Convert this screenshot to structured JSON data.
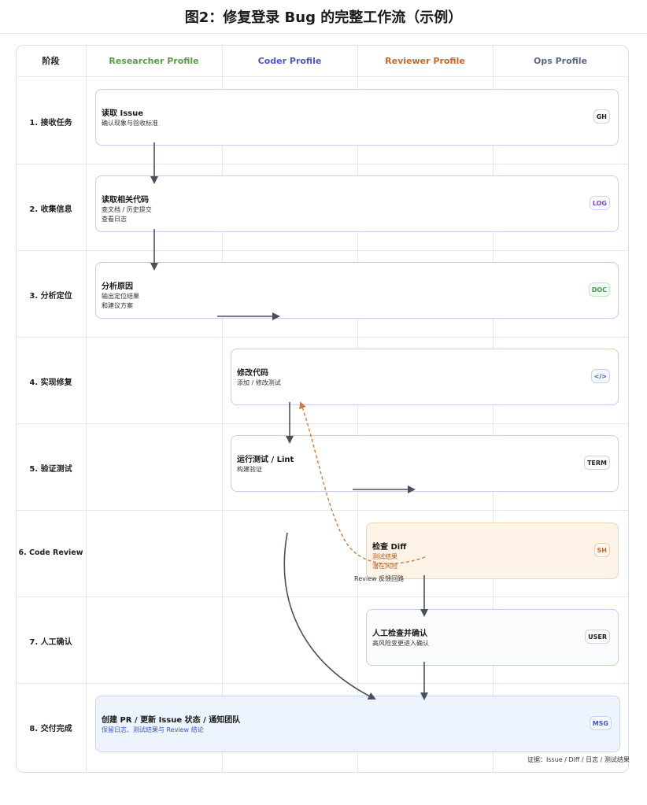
{
  "title": "图2：修复登录 Bug 的完整工作流（示例）",
  "header": {
    "stage_col": "阶段",
    "lanes": [
      {
        "label": "Researcher Profile",
        "color": "#5a9a48"
      },
      {
        "label": "Coder Profile",
        "color": "#4a57c9"
      },
      {
        "label": "Reviewer Profile",
        "color": "#c8682a"
      },
      {
        "label": "Ops Profile",
        "color": "#5a6a80"
      }
    ]
  },
  "stages": [
    "1. 接收任务",
    "2. 收集信息",
    "3. 分析定位",
    "4. 实现修复",
    "5. 验证测试",
    "6. Code Review",
    "7. 人工确认",
    "8. 交付完成"
  ],
  "cards": {
    "read_issue": {
      "title": "读取 Issue",
      "sub": [
        "确认现象与验收标准"
      ],
      "badge": "GH"
    },
    "read_code": {
      "title": "读取相关代码",
      "sub": [
        "查文档 / 历史提交",
        "查看日志"
      ],
      "badge": "LOG"
    },
    "analyze": {
      "title": "分析原因",
      "sub": [
        "输出定位结果",
        "和建议方案"
      ],
      "badge": "DOC"
    },
    "modify": {
      "title": "修改代码",
      "sub": [
        "添加 / 修改测试"
      ],
      "badge": "</>"
    },
    "run_tests": {
      "title": "运行测试 / Lint",
      "sub": [
        "构建验证"
      ],
      "badge": "TERM"
    },
    "check_diff": {
      "title": "检查 Diff",
      "sub": [
        "测试结果",
        "潜在风险"
      ],
      "badge": "SH"
    },
    "human_check": {
      "title": "人工检查并确认",
      "sub": [
        "高风险变更进入确认"
      ],
      "badge": "USER"
    },
    "deliver": {
      "title": "创建 PR / 更新 Issue 状态 / 通知团队",
      "sub": [
        "保留日志、测试结果与 Review 结论"
      ],
      "badge": "MSG"
    }
  },
  "review_feedback_label": "Review 反馈回路",
  "evidence": "证据：Issue / Diff / 日志 / 测试结果",
  "colors": {
    "arrow": "#4a4f5c",
    "feedback": "#d07a3e",
    "review_bg": "#fdf3e6",
    "deliver_bg": "#eef4fd",
    "deliver_sub": "#3a56c9"
  }
}
